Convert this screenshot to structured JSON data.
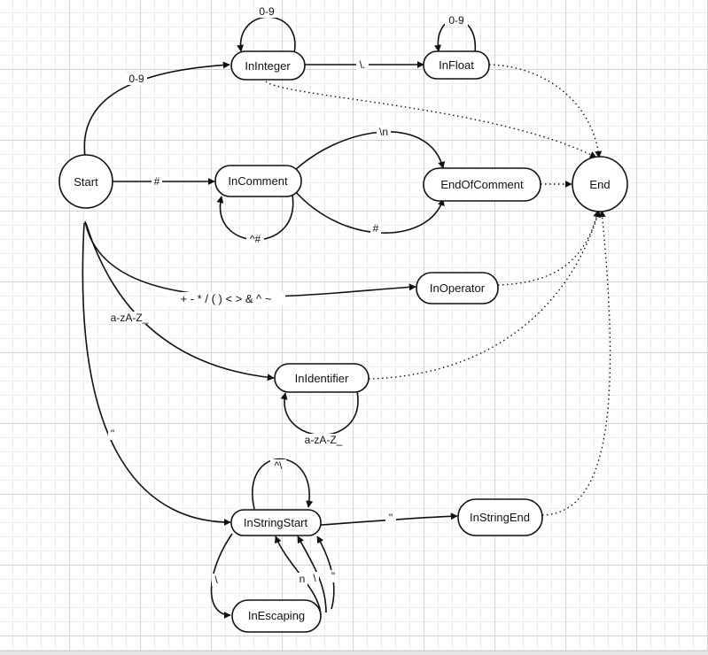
{
  "nodes": {
    "start": "Start",
    "inInteger": "InInteger",
    "inFloat": "InFloat",
    "inComment": "InComment",
    "endOfComment": "EndOfComment",
    "end": "End",
    "inOperator": "InOperator",
    "inIdentifier": "InIdentifier",
    "inStringStart": "InStringStart",
    "inStringEnd": "InStringEnd",
    "inEscaping": "InEscaping"
  },
  "edges": {
    "start_integer": "0-9",
    "integer_loop": "0-9",
    "integer_float": "\\.",
    "float_loop": "0-9",
    "start_comment": "#",
    "comment_newline": "\\n",
    "comment_hash": "#",
    "comment_loop": "^#",
    "start_operator": "+ - * / ( ) < > & ^ ~",
    "start_identifier": "a-zA-Z_",
    "identifier_loop": "a-zA-Z_",
    "start_string": "\"",
    "string_loop": "^\\",
    "string_end": "\"",
    "string_escape": "\\",
    "escape_n": "n",
    "escape_backslash": "\\",
    "escape_quote": "\""
  }
}
